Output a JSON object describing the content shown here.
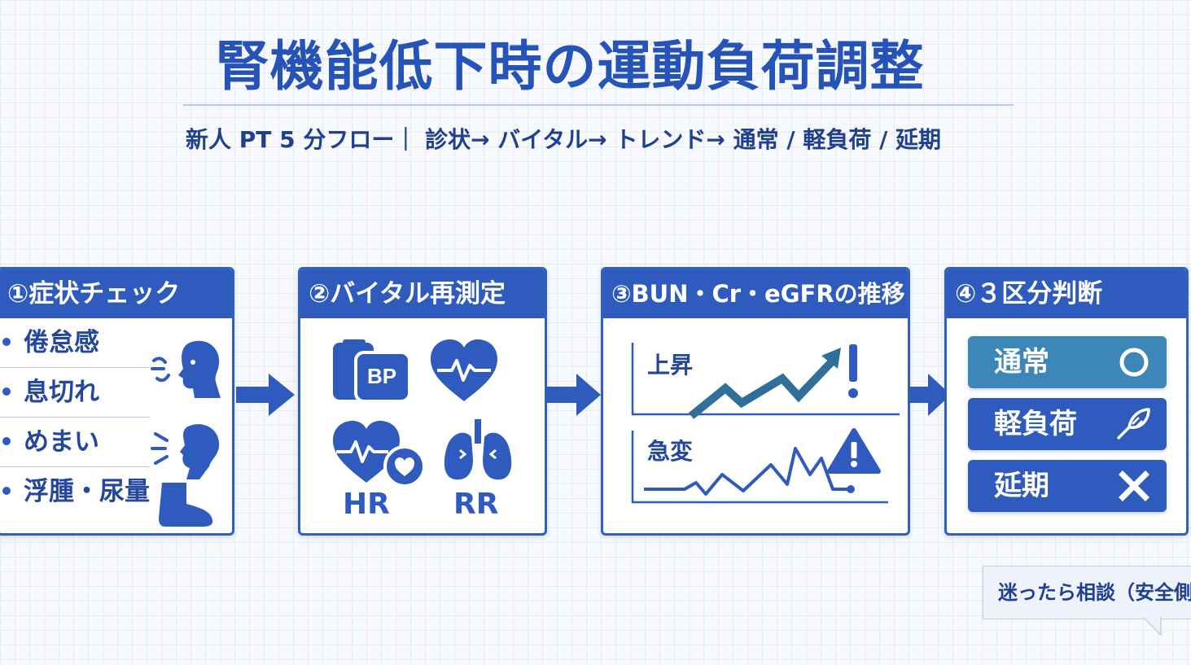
{
  "title": "腎機能低下時の運動負荷調整",
  "subtitle": "新人 PT 5 分フロー｜ 診状→ バイタル→ トレンド→ 通常 / 軽負荷 / 延期",
  "steps": [
    {
      "header": "①症状チェック",
      "items": [
        "倦怠感",
        "息切れ",
        "めまい",
        "浮腫・尿量"
      ]
    },
    {
      "header": "②バイタル再測定",
      "icons": [
        "bp-monitor-icon",
        "heart-pulse-icon",
        "heart-rate-icon",
        "lungs-icon"
      ],
      "labels": {
        "bp": "BP",
        "hr": "HR",
        "rr": "RR"
      }
    },
    {
      "header": "③BUN・Cr・eGFRの推移",
      "trends": [
        "上昇",
        "急変"
      ]
    },
    {
      "header": "④３区分判断",
      "options": [
        {
          "label": "通常",
          "icon": "circle-icon",
          "color": "#3d86b8"
        },
        {
          "label": "軽負荷",
          "icon": "feather-icon",
          "color": "#2e5bbd"
        },
        {
          "label": "延期",
          "icon": "cross-icon",
          "color": "#2e5bbd"
        }
      ]
    }
  ],
  "note": "迷ったら相談（安全側）",
  "colors": {
    "primary": "#2e5bbd",
    "teal": "#3d86b8",
    "trend": "#2f6f9a"
  }
}
